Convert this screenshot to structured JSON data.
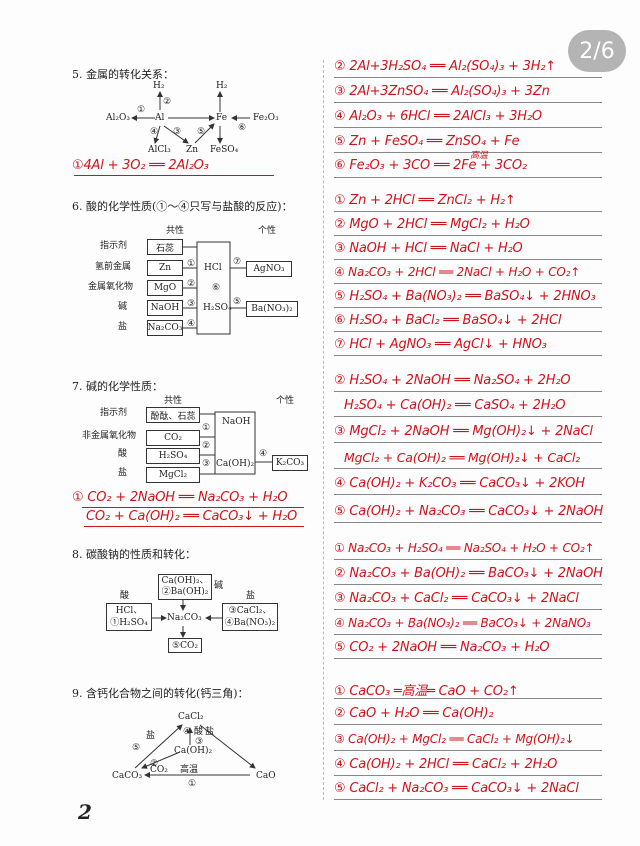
{
  "pager": "2/6",
  "page_number": "2",
  "sections": {
    "s5": {
      "title": "5. 金属的转化关系：",
      "nodes": {
        "al2o3": "Al₂O₃",
        "al": "Al",
        "h2": "H₂",
        "fe": "Fe",
        "fe2o3": "Fe₂O₃",
        "alcl3": "AlCl₃",
        "zn": "Zn",
        "feso4": "FeSO₄"
      },
      "marks": {
        "m1": "①",
        "m2": "②",
        "m3": "③",
        "m4": "④",
        "m5": "⑤",
        "m6": "⑥"
      },
      "eq1": "①4Al + 3O₂ ══ 2Al₂O₃",
      "right": [
        "② 2Al+3H₂SO₄ ══ Al₂(SO₄)₃ + 3H₂↑",
        "③ 2Al+3ZnSO₄ ══ Al₂(SO₄)₃ + 3Zn",
        "④ Al₂O₃ + 6HCl ══ 2AlCl₃ + 3H₂O",
        "⑤ Zn + FeSO₄ ══ ZnSO₄ + Fe",
        "⑥ Fe₂O₃ + 3CO ══ 2Fe + 3CO₂"
      ],
      "cond6": "高温"
    },
    "s6": {
      "title": "6. 酸的化学性质(①～④只写与盐酸的反应)：",
      "gongxing": "共性",
      "gexing": "个性",
      "labels": [
        "指示剂",
        "氢前金属",
        "金属氧化物",
        "碱",
        "盐"
      ],
      "boxes": [
        "石蕊",
        "Zn",
        "MgO",
        "NaOH",
        "Na₂CO₃"
      ],
      "acids": "HCl",
      "acids2": "H₂SO₄",
      "right_boxes": [
        "AgNO₃",
        "Ba(NO₃)₂"
      ],
      "marks": [
        "①",
        "②",
        "③",
        "④",
        "⑤",
        "⑥",
        "⑦"
      ],
      "right": [
        "① Zn + 2HCl ══ ZnCl₂ + H₂↑",
        "② MgO + 2HCl ══ MgCl₂ + H₂O",
        "③ NaOH + HCl ══ NaCl + H₂O",
        "④ Na₂CO₃ + 2HCl ══ 2NaCl + H₂O + CO₂↑",
        "⑤ H₂SO₄ + Ba(NO₃)₂ ══ BaSO₄↓ + 2HNO₃",
        "⑥ H₂SO₄ + BaCl₂ ══ BaSO₄↓ + 2HCl",
        "⑦ HCl + AgNO₃ ══ AgCl↓ + HNO₃"
      ]
    },
    "s7": {
      "title": "7. 碱的化学性质：",
      "gongxing": "共性",
      "gexing": "个性",
      "labels": [
        "指示剂",
        "非金属氧化物",
        "酸",
        "盐"
      ],
      "boxes": [
        "酚酞、石蕊",
        "CO₂",
        "H₂SO₄",
        "MgCl₂"
      ],
      "bases": "NaOH",
      "bases2": "Ca(OH)₂",
      "right_box": "K₂CO₃",
      "marks": [
        "①",
        "②",
        "③",
        "④",
        "⑤"
      ],
      "eq1a": "① CO₂ + 2NaOH ══ Na₂CO₃ + H₂O",
      "eq1b": "CO₂ + Ca(OH)₂ ══ CaCO₃↓ + H₂O",
      "right": [
        "② H₂SO₄ + 2NaOH ══ Na₂SO₄ + 2H₂O",
        "H₂SO₄ + Ca(OH)₂ ══ CaSO₄ + 2H₂O",
        "③ MgCl₂ + 2NaOH ══ Mg(OH)₂↓ + 2NaCl",
        "MgCl₂ + Ca(OH)₂ ══ Mg(OH)₂↓ + CaCl₂",
        "④ Ca(OH)₂ + K₂CO₃ ══ CaCO₃↓ + 2KOH",
        "⑤ Ca(OH)₂ + Na₂CO₃ ══ CaCO₃↓ + 2NaOH"
      ]
    },
    "s8": {
      "title": "8. 碳酸钠的性质和转化：",
      "top_box": "Ca(OH)₂、②Ba(OH)₂",
      "jian": "碱",
      "suan": "酸",
      "yan": "盐",
      "left_box": "HCl、①H₂SO₄",
      "center": "Na₂CO₃",
      "right_box": "③CaCl₂、④Ba(NO₃)₂",
      "bottom_box": "⑤CO₂",
      "right": [
        "① Na₂CO₃ + H₂SO₄ ══ Na₂SO₄ + H₂O + CO₂↑",
        "② Na₂CO₃ + Ba(OH)₂ ══ BaCO₃↓ + 2NaOH",
        "③ Na₂CO₃ + CaCl₂ ══ CaCO₃↓ + 2NaCl",
        "④ Na₂CO₃ + Ba(NO₃)₂ ══ BaCO₃↓ + 2NaNO₃",
        "⑤ CO₂ + 2NaOH ══ Na₂CO₃ + H₂O"
      ]
    },
    "s9": {
      "title": "9. 含钙化合物之间的转化(钙三角)：",
      "nodes": {
        "cacl2": "CaCl₂",
        "caoh2": "Ca(OH)₂",
        "caco3": "CaCO₃",
        "cao": "CaO"
      },
      "labels": {
        "yan": "盐",
        "suan": "酸",
        "yan2": "盐",
        "co2": "CO₂",
        "gaowen": "高温"
      },
      "marks": [
        "①",
        "②",
        "③",
        "④",
        "⑤"
      ],
      "right": [
        "① CaCO₃ ═高温═ CaO + CO₂↑",
        "② CaO + H₂O ══ Ca(OH)₂",
        "③ Ca(OH)₂ + MgCl₂ ══ CaCl₂ + Mg(OH)₂↓",
        "④ Ca(OH)₂ + 2HCl ══ CaCl₂ + 2H₂O",
        "⑤ CaCl₂ + Na₂CO₃ ══ CaCO₃↓ + 2NaCl"
      ]
    }
  }
}
